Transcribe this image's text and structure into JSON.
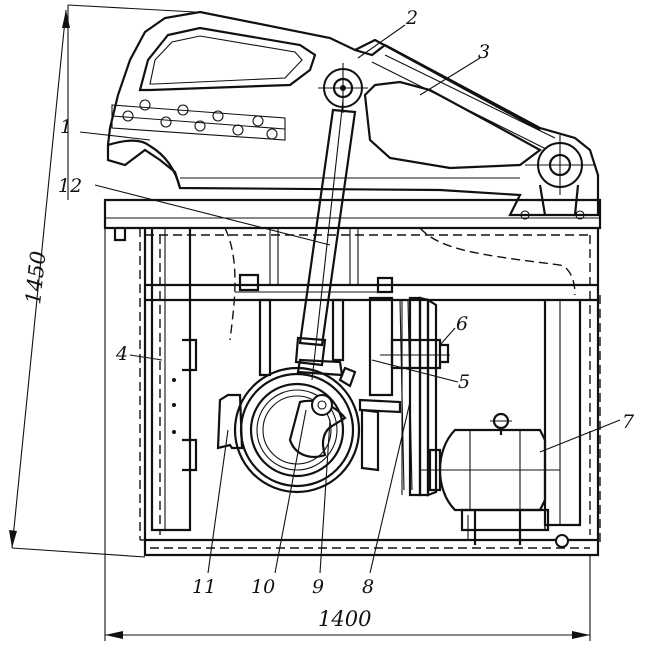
{
  "drawing": {
    "dimensions": {
      "height_label": "1450",
      "width_label": "1400"
    },
    "callouts": [
      "1",
      "2",
      "3",
      "4",
      "5",
      "6",
      "7",
      "8",
      "9",
      "10",
      "11",
      "12"
    ]
  }
}
